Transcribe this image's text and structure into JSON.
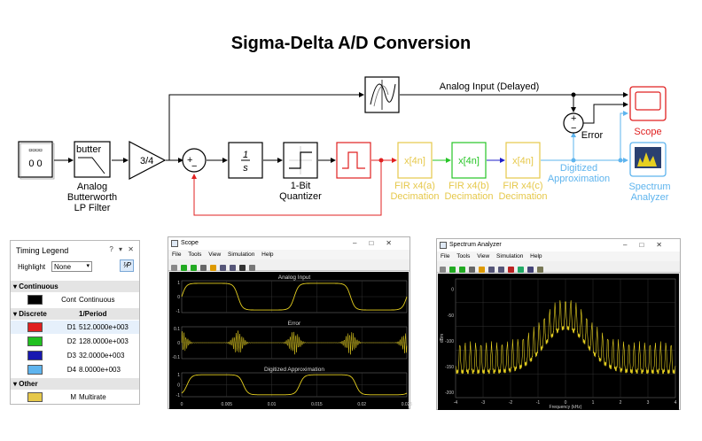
{
  "title": "Sigma-Delta A/D Conversion",
  "diagram": {
    "source_block": {
      "top": "▫▫▫▫",
      "bottom": "0 0"
    },
    "filter": {
      "icon_text": "butter",
      "label": [
        "Analog",
        "Butterworth",
        "LP Filter"
      ]
    },
    "gain": {
      "value": "3/4"
    },
    "sum": {
      "signs": "+ −"
    },
    "integrator": {
      "top": "1",
      "bottom": "s"
    },
    "quantizer": {
      "label": [
        "1-Bit",
        "Quantizer"
      ]
    },
    "decim_a": {
      "icon_text": "x[4n]",
      "label": [
        "FIR x4(a)",
        "Decimation"
      ],
      "color": "#e6c84a"
    },
    "decim_b": {
      "icon_text": "x[4n]",
      "label": [
        "FIR x4(b)",
        "Decimation"
      ],
      "color": "#26c526"
    },
    "decim_c": {
      "icon_text": "x[4n]",
      "label": [
        "FIR x4(c)",
        "Decimation"
      ],
      "color": "#e6c84a"
    },
    "delayed_label": "Analog Input (Delayed)",
    "error_label": "Error",
    "digitized_label": [
      "Digitized",
      "Approximation"
    ],
    "scope_label": "Scope",
    "spectrum_label": [
      "Spectrum",
      "Analyzer"
    ],
    "colors": {
      "red": "#e02020",
      "yellow": "#e6c84a",
      "green": "#26c526",
      "blue": "#2020c8",
      "cyan": "#5eb4ee",
      "black": "#000000"
    }
  },
  "legend": {
    "title": "Timing Legend",
    "icons": "? ▾ ✕",
    "highlight_label": "Highlight",
    "highlight_value": "None",
    "fp_button": "⅟P",
    "sections": {
      "continuous": "Continuous",
      "discrete": "Discrete",
      "discrete_header": "1/Period",
      "other": "Other"
    },
    "rows": [
      {
        "code": "Cont",
        "value": "Continuous",
        "color": "#000000"
      },
      {
        "code": "D1",
        "value": "512.0000e+003",
        "color": "#e02020"
      },
      {
        "code": "D2",
        "value": "128.0000e+003",
        "color": "#20c020"
      },
      {
        "code": "D3",
        "value": "32.0000e+003",
        "color": "#1818b0"
      },
      {
        "code": "D4",
        "value": "8.0000e+003",
        "color": "#5eb4ee"
      },
      {
        "code": "M",
        "value": "Multirate",
        "color": "#e6c84a"
      }
    ]
  },
  "scope": {
    "window_title": "Scope",
    "menu": [
      "File",
      "Tools",
      "View",
      "Simulation",
      "Help"
    ],
    "panels": [
      {
        "title": "Analog Input",
        "yticks": [
          "1",
          "0",
          "-1"
        ]
      },
      {
        "title": "Error",
        "yticks": [
          "0.1",
          "0",
          "-0.1"
        ]
      },
      {
        "title": "Digitized Approximation",
        "yticks": [
          "1",
          "0",
          "-1"
        ]
      }
    ],
    "xticks": [
      "0",
      "0.005",
      "0.01",
      "0.015",
      "0.02",
      "0.025"
    ],
    "trace_color": "#e6d020"
  },
  "spectrum": {
    "window_title": "Spectrum Analyzer",
    "menu": [
      "File",
      "Tools",
      "View",
      "Simulation",
      "Help"
    ],
    "ylabel": "dBm",
    "xlabel": "Frequency (kHz)",
    "yticks": [
      "0",
      "-50",
      "-100",
      "-150",
      "-200"
    ],
    "xticks": [
      "-4",
      "-3",
      "-2",
      "-1",
      "0",
      "1",
      "2",
      "3",
      "4"
    ],
    "trace_color": "#e6d020"
  }
}
